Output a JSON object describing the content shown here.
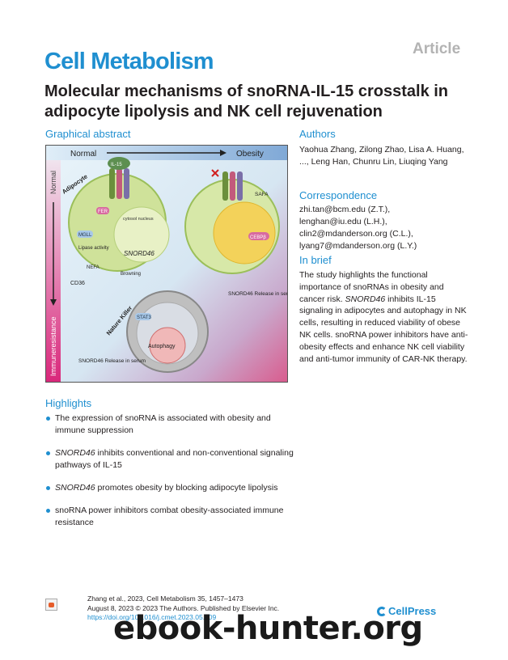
{
  "article_type": "Article",
  "journal": "Cell Metabolism",
  "title": "Molecular mechanisms of snoRNA-IL-15 crosstalk in adipocyte lipolysis and NK cell rejuvenation",
  "graphical_abstract": {
    "heading": "Graphical abstract",
    "normal_label": "Normal",
    "obesity_label": "Obesity",
    "side_top": "Normal",
    "side_bottom": "Immuneresistance",
    "il15": "IL-15",
    "adipocyte": "Adipocyte",
    "fer": "FER",
    "mgll": "MGLL",
    "cytosol_nucleus": "cytosol nucleus",
    "snord46": "SNORD46",
    "lipase_activity": "Lipase activity",
    "nefa": "NEFA",
    "browning": "Browning",
    "cd36": "CD36",
    "safa": "SAFA",
    "cebp": "CEBPβ",
    "release_serum": "SNORD46 Release in serum",
    "nk": "Nature Killer",
    "stat3": "STAT3",
    "autophagy": "Autophagy"
  },
  "authors": {
    "heading": "Authors",
    "text": "Yaohua Zhang, Zilong Zhao, Lisa A. Huang, ..., Leng Han, Chunru Lin, Liuqing Yang"
  },
  "correspondence": {
    "heading": "Correspondence",
    "emails": [
      "zhi.tan@bcm.edu (Z.T.),",
      "lenghan@iu.edu (L.H.),",
      "clin2@mdanderson.org (C.L.),",
      "lyang7@mdanderson.org (L.Y.)"
    ]
  },
  "in_brief": {
    "heading": "In brief",
    "part1": "The study highlights the functional importance of snoRNAs in obesity and cancer risk. ",
    "italic": "SNORD46",
    "part2": " inhibits IL-15 signaling in adipocytes and autophagy in NK cells, resulting in reduced viability of obese NK cells. snoRNA power inhibitors have anti-obesity effects and enhance NK cell viability and anti-tumor immunity of CAR-NK therapy."
  },
  "highlights": {
    "heading": "Highlights",
    "items": [
      {
        "italic": "",
        "text": "The expression of snoRNA is associated with obesity and immune suppression"
      },
      {
        "italic": "SNORD46",
        "text": " inhibits conventional and non-conventional signaling pathways of IL-15"
      },
      {
        "italic": "SNORD46",
        "text": " promotes obesity by blocking adipocyte lipolysis"
      },
      {
        "italic": "",
        "text": "snoRNA power inhibitors combat obesity-associated immune resistance"
      }
    ]
  },
  "citation": {
    "line1": "Zhang et al., 2023, Cell Metabolism 35, 1457–1473",
    "line2": "August 8, 2023 © 2023 The Authors. Published by Elsevier Inc.",
    "doi": "https://doi.org/10.1016/j.cmet.2023.05.009"
  },
  "publisher": "CellPress",
  "watermark": "ebook-hunter.org",
  "colors": {
    "accent": "#1f8fd0",
    "cell_fill": "#d7e8a8",
    "obesity_shade": "#d95a8c"
  }
}
